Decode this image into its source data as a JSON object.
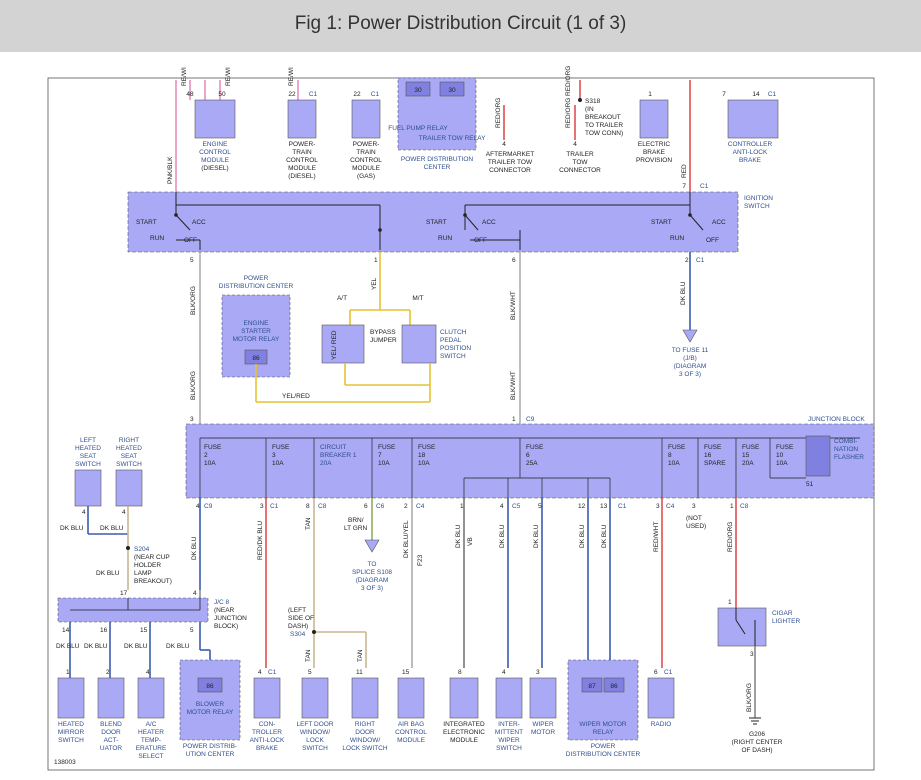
{
  "header": {
    "title": "Fig 1: Power Distribution Circuit (1 of 3)"
  },
  "figure_number": "138003",
  "top_components": [
    {
      "id": "ecm_diesel",
      "lines": [
        "ENGINE",
        "CONTROL",
        "MODULE",
        "(DIESEL)"
      ],
      "pin": "50",
      "pin2": "48",
      "wires": [
        "RE/WI",
        "RE/WI"
      ]
    },
    {
      "id": "pcm_diesel",
      "lines": [
        "POWER-",
        "TRAIN",
        "CONTROL",
        "MODULE",
        "(DIESEL)"
      ],
      "pin": "22",
      "conn": "C1",
      "wire": "RE/WI"
    },
    {
      "id": "pcm_gas",
      "lines": [
        "POWER-",
        "TRAIN",
        "CONTROL",
        "MODULE",
        "(GAS)"
      ],
      "pin": "22",
      "conn": "C1"
    },
    {
      "id": "pdc_top",
      "lines": [
        "POWER DISTRIBUTION",
        "CENTER"
      ],
      "relays": [
        "FUEL PUMP RELAY",
        "TRAILER TOW RELAY"
      ],
      "pins": [
        "30",
        "30"
      ]
    },
    {
      "id": "trailer_tow_aftermarket",
      "lines": [
        "AFTERMARKET",
        "TRAILER TOW",
        "CONNECTOR"
      ],
      "pin": "4",
      "wire": "RED/ORG"
    },
    {
      "id": "trailer_tow_conn",
      "lines": [
        "TRAILER",
        "TOW",
        "CONNECTOR"
      ],
      "pin": "4",
      "splice": "S318",
      "splice_note": [
        "(IN",
        "BREAKOUT",
        "TO TRAILER",
        "TOW CONN)"
      ],
      "wire": "RED/ORG"
    },
    {
      "id": "elec_brake",
      "lines": [
        "ELECTRIC",
        "BRAKE",
        "PROVISION"
      ],
      "pin": "1"
    },
    {
      "id": "abs_ctrl",
      "lines": [
        "CONTROLLER",
        "ANTI-LOCK",
        "BRAKE"
      ],
      "pin": "7",
      "pin2": "14",
      "conn": "C1"
    }
  ],
  "ignition": {
    "label": [
      "IGNITION",
      "SWITCH"
    ],
    "positions": [
      "START",
      "ACC",
      "RUN",
      "OFF"
    ],
    "pins": [
      "5",
      "1",
      "6",
      "2"
    ],
    "conns": [
      "C1",
      "C1"
    ],
    "input_pin": "7",
    "input_wire": "RED"
  },
  "wires": {
    "pnk_blk": "PNK/BLK",
    "blk_org": "BLK/ORG",
    "yel": "YEL",
    "blk_wht": "BLK/WHT",
    "dk_blu": "DK BLU",
    "yel_red": "YEL/RED",
    "yel_red_short": "YEL/ RED",
    "red": "RED",
    "red_org": "RED/ORG"
  },
  "starter": {
    "lines": [
      "POWER",
      "DISTRIBUTION CENTER"
    ],
    "relay": [
      "ENGINE",
      "STARTER",
      "MOTOR RELAY"
    ],
    "pin": "86"
  },
  "bypass": {
    "at": "A/T",
    "mt": "M/T",
    "jumper": [
      "BYPASS",
      "JUMPER"
    ],
    "clutch": [
      "CLUTCH",
      "PEDAL",
      "POSITION",
      "SWITCH"
    ]
  },
  "fuse11": {
    "lines": [
      "TO FUSE 11",
      "(J/B)",
      "(DIAGRAM",
      "3 OF 3)"
    ]
  },
  "junction_block": {
    "label": "JUNCTION BLOCK",
    "top_pins": [
      "3",
      "1"
    ],
    "top_conn": "C9",
    "fuses": [
      {
        "name": "FUSE",
        "num": "2",
        "amp": "10A"
      },
      {
        "name": "FUSE",
        "num": "3",
        "amp": "10A"
      },
      {
        "name": "CIRCUIT",
        "num": "BREAKER 1",
        "amp": "20A"
      },
      {
        "name": "FUSE",
        "num": "7",
        "amp": "10A"
      },
      {
        "name": "FUSE",
        "num": "18",
        "amp": "10A"
      },
      {
        "name": "FUSE",
        "num": "6",
        "amp": "25A"
      },
      {
        "name": "FUSE",
        "num": "8",
        "amp": "10A"
      },
      {
        "name": "FUSE",
        "num": "16",
        "amp": "SPARE"
      },
      {
        "name": "FUSE",
        "num": "15",
        "amp": "20A"
      },
      {
        "name": "FUSE",
        "num": "10",
        "amp": "10A"
      }
    ],
    "flasher": [
      "COMBI-",
      "NATION",
      "FLASHER"
    ],
    "flasher_pin": "51",
    "bottom_pins": [
      "4",
      "3",
      "8",
      "6",
      "2",
      "1",
      "4",
      "5",
      "12",
      "13",
      "3",
      "3",
      "1"
    ],
    "bottom_conns": [
      "C9",
      "C1",
      "C8",
      "C6",
      "C4",
      "C5",
      "C1",
      "C4",
      "C8"
    ]
  },
  "seat_switches": {
    "left": [
      "LEFT",
      "HEATED",
      "SEAT",
      "SWITCH"
    ],
    "right": [
      "RIGHT",
      "HEATED",
      "SEAT",
      "SWITCH"
    ],
    "pin": "4",
    "s204": [
      "S204",
      "(NEAR CUP",
      "HOLDER",
      "LAMP",
      "BREAKOUT)"
    ]
  },
  "jc8": {
    "lines": [
      "J/C 8",
      "(NEAR",
      "JUNCTION",
      "BLOCK)"
    ],
    "pins": [
      "17",
      "4",
      "14",
      "16",
      "15",
      "5"
    ]
  },
  "mid_labels": {
    "red_dk_blu": "RED/DK BLU",
    "tan": "TAN",
    "brn_lt_grn": [
      "BRN/",
      "LT GRN"
    ],
    "dk_blu_yel": "DK BLU/YEL",
    "f23": "F23",
    "vb": "VB",
    "red_wht": "RED/WHT",
    "not_used": [
      "(NOT",
      "USED)"
    ],
    "splice_s108": [
      "TO",
      "SPLICE S108",
      "(DIAGRAM",
      "3 OF 3)"
    ],
    "s304": [
      "(LEFT",
      "SIDE OF",
      "DASH)",
      "S304"
    ]
  },
  "cigar": {
    "lines": [
      "CIGAR",
      "LIGHTER"
    ],
    "pins": [
      "1",
      "3"
    ],
    "ground": [
      "G206",
      "(RIGHT CENTER",
      "OF DASH)"
    ],
    "wire": "BLK/ORG"
  },
  "bottom_components": [
    {
      "id": "heated_mirror",
      "lines": [
        "HEATED",
        "MIRROR",
        "SWITCH"
      ],
      "pin": "1"
    },
    {
      "id": "blend_door",
      "lines": [
        "BLEND",
        "DOOR",
        "ACT-",
        "UATOR"
      ],
      "pin": "2"
    },
    {
      "id": "ac_heater",
      "lines": [
        "A/C",
        "HEATER",
        "TEMP-",
        "ERATURE",
        "SELECT"
      ],
      "pin": "4"
    },
    {
      "id": "blower",
      "lines": [
        "POWER DISTRIB-",
        "UTION CENTER"
      ],
      "relay": [
        "BLOWER",
        "MOTOR RELAY"
      ],
      "pin": "86"
    },
    {
      "id": "abs_ctrl2",
      "lines": [
        "CON-",
        "TROLLER",
        "ANTI-LOCK",
        "BRAKE"
      ],
      "pin": "4",
      "conn": "C1"
    },
    {
      "id": "left_window",
      "lines": [
        "LEFT DOOR",
        "WINDOW/",
        "LOCK",
        "SWITCH"
      ],
      "pin": "5"
    },
    {
      "id": "right_window",
      "lines": [
        "RIGHT",
        "DOOR",
        "WINDOW/",
        "LOCK SWITCH"
      ],
      "pin": "11"
    },
    {
      "id": "airbag",
      "lines": [
        "AIR BAG",
        "CONTROL",
        "MODULE"
      ],
      "pin": "15"
    },
    {
      "id": "iem",
      "lines": [
        "INTEGRATED",
        "ELECTRONIC",
        "MODULE"
      ],
      "pin": "8"
    },
    {
      "id": "wiper_sw",
      "lines": [
        "INTER-",
        "MITTENT",
        "WIPER",
        "SWITCH"
      ],
      "pin": "4"
    },
    {
      "id": "wiper_motor",
      "lines": [
        "WIPER",
        "MOTOR"
      ],
      "pin": "3"
    },
    {
      "id": "wiper_relay",
      "lines": [
        "POWER",
        "DISTRIBUTION CENTER"
      ],
      "relay": [
        "WIPER MOTOR",
        "RELAY"
      ],
      "pins": [
        "87",
        "86"
      ]
    },
    {
      "id": "radio",
      "lines": [
        "RADIO"
      ],
      "pin": "6",
      "conn": "C1"
    }
  ]
}
